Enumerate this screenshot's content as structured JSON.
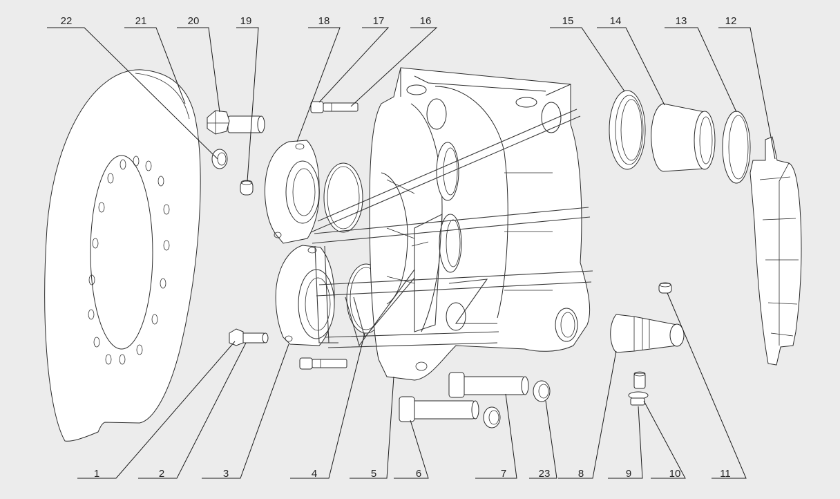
{
  "diagram": {
    "background": "#ececec",
    "line_color": "#2a2a2a",
    "callouts": [
      "1",
      "2",
      "3",
      "4",
      "5",
      "6",
      "7",
      "8",
      "9",
      "10",
      "11",
      "12",
      "13",
      "14",
      "15",
      "16",
      "17",
      "18",
      "19",
      "20",
      "21",
      "22",
      "23"
    ]
  }
}
